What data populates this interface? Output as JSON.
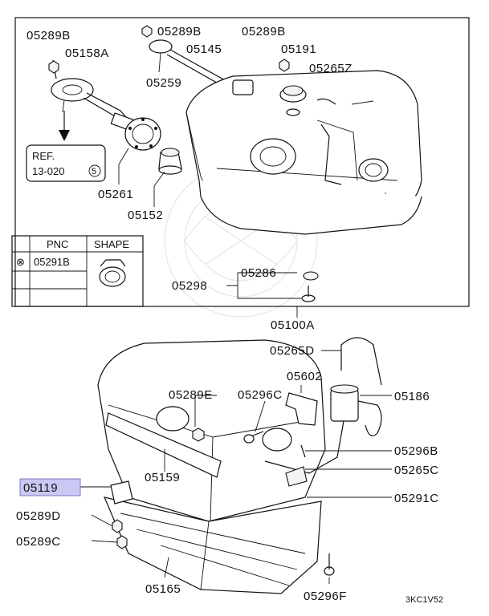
{
  "title": "",
  "watermark": "decorative-emblem",
  "diagram_code": "3KC1V52",
  "top_box": {
    "labels": [
      {
        "id": "05289B_a",
        "text": "05289B"
      },
      {
        "id": "05158A",
        "text": "05158A"
      },
      {
        "id": "05289B_b",
        "text": "05289B"
      },
      {
        "id": "05145",
        "text": "05145"
      },
      {
        "id": "05259",
        "text": "05259"
      },
      {
        "id": "05289B_c",
        "text": "05289B"
      },
      {
        "id": "05191",
        "text": "05191"
      },
      {
        "id": "05265Z",
        "text": "05265Z"
      },
      {
        "id": "05261",
        "text": "05261"
      },
      {
        "id": "05152",
        "text": "05152"
      },
      {
        "id": "05286",
        "text": "05286"
      },
      {
        "id": "05298",
        "text": "05298"
      }
    ],
    "ref_box": {
      "line1": "REF.",
      "line2": "13-020",
      "circled": "5"
    }
  },
  "below_box_label": "05100A",
  "pnc_table": {
    "headers": [
      "PNC",
      "SHAPE"
    ],
    "rows": [
      {
        "mark": "⊗",
        "pnc": "05291B"
      },
      {
        "mark": "",
        "pnc": ""
      },
      {
        "mark": "",
        "pnc": ""
      }
    ]
  },
  "bottom": {
    "labels": [
      {
        "id": "05265D",
        "text": "05265D"
      },
      {
        "id": "05602",
        "text": "05602"
      },
      {
        "id": "05289E",
        "text": "05289E"
      },
      {
        "id": "05296C",
        "text": "05296C"
      },
      {
        "id": "05186",
        "text": "05186"
      },
      {
        "id": "05296B",
        "text": "05296B"
      },
      {
        "id": "05159",
        "text": "05159"
      },
      {
        "id": "05265C",
        "text": "05265C"
      },
      {
        "id": "05119",
        "text": "05119"
      },
      {
        "id": "05291C",
        "text": "05291C"
      },
      {
        "id": "05289D",
        "text": "05289D"
      },
      {
        "id": "05289C",
        "text": "05289C"
      },
      {
        "id": "05165",
        "text": "05165"
      },
      {
        "id": "05296F",
        "text": "05296F"
      }
    ]
  },
  "highlighted_part": "05119",
  "colors": {
    "line": "#111111",
    "highlight": "#c9c8f2",
    "background": "#ffffff"
  }
}
